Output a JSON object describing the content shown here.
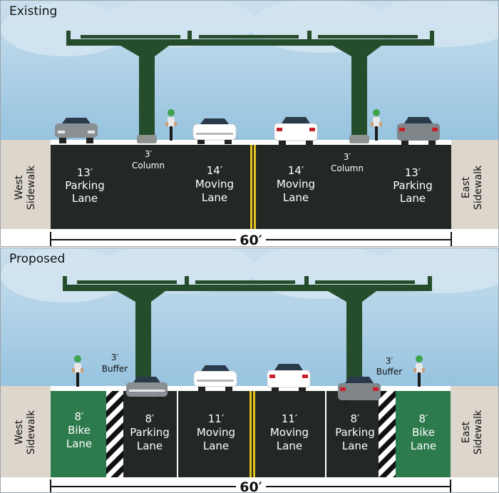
{
  "existing": {
    "title": "Existing",
    "west_sidewalk": "West Sidewalk",
    "east_sidewalk": "East Sidewalk",
    "lanes": [
      {
        "width": "13′",
        "name": "Parking Lane"
      },
      {
        "width": "14′",
        "name": "Moving Lane"
      },
      {
        "width": "14′",
        "name": "Moving Lane"
      },
      {
        "width": "13′",
        "name": "Parking Lane"
      }
    ],
    "columns": [
      {
        "width": "3′",
        "name": "Column"
      },
      {
        "width": "3′",
        "name": "Column"
      }
    ],
    "total_width": "60′"
  },
  "proposed": {
    "title": "Proposed",
    "west_sidewalk": "West Sidewalk",
    "east_sidewalk": "East Sidewalk",
    "lanes": [
      {
        "width": "8′",
        "name": "Bike Lane"
      },
      {
        "width": "8′",
        "name": "Parking Lane"
      },
      {
        "width": "11′",
        "name": "Moving Lane"
      },
      {
        "width": "11′",
        "name": "Moving Lane"
      },
      {
        "width": "8′",
        "name": "Parking Lane"
      },
      {
        "width": "8′",
        "name": "Bike Lane"
      }
    ],
    "buffers": [
      {
        "width": "3′",
        "name": "Buffer"
      },
      {
        "width": "3′",
        "name": "Buffer"
      }
    ],
    "total_width": "60′"
  },
  "colors": {
    "sky": "#a9cde4",
    "cloud": "#c3dbec",
    "road": "#232824",
    "sidewalk": "#ddd6cd",
    "bike_lane": "#2d7a4d",
    "structure": "#264d2b",
    "center_line": "#e3c21a",
    "label": "#ffffff"
  }
}
